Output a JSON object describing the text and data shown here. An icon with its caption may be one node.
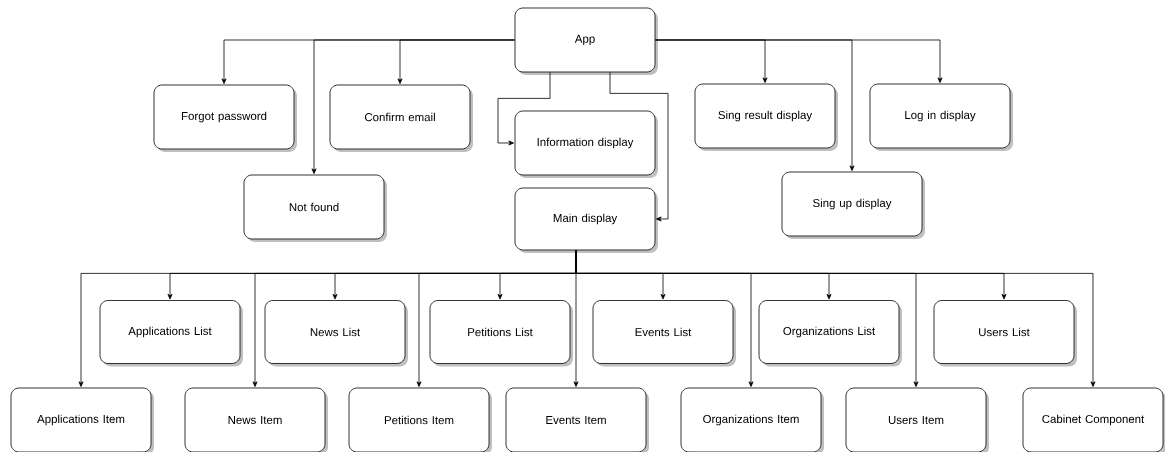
{
  "diagram": {
    "nodes": [
      {
        "text": [
          "App"
        ]
      },
      {
        "text": [
          "Forgot password"
        ]
      },
      {
        "text": [
          "Confirm email"
        ]
      },
      {
        "text": [
          "Information display"
        ]
      },
      {
        "text": [
          "Sing result display"
        ]
      },
      {
        "text": [
          "Log in display"
        ]
      },
      {
        "text": [
          "Not found"
        ]
      },
      {
        "text": [
          "Main display"
        ]
      },
      {
        "text": [
          "Sing up display"
        ]
      },
      {
        "text": [
          "Applications List"
        ]
      },
      {
        "text": [
          "News List"
        ]
      },
      {
        "text": [
          "Petitions List"
        ]
      },
      {
        "text": [
          "Events List"
        ]
      },
      {
        "text": [
          "Organizations List"
        ]
      },
      {
        "text": [
          "Users List"
        ]
      },
      {
        "text": [
          "Applications Item"
        ]
      },
      {
        "text": [
          "News Item"
        ]
      },
      {
        "text": [
          "Petitions Item"
        ]
      },
      {
        "text": [
          "Events Item"
        ]
      },
      {
        "text": [
          "Organizations Item"
        ]
      },
      {
        "text": [
          "Users Item"
        ]
      },
      {
        "text": [
          "Cabinet Component"
        ]
      }
    ],
    "edges": [
      {
        "from": 0,
        "to": 1,
        "arrow": "to"
      },
      {
        "from": 0,
        "to": 6,
        "arrow": "to"
      },
      {
        "from": 0,
        "to": 2,
        "arrow": "to"
      },
      {
        "from": 0,
        "to": 3,
        "arrow": "to"
      },
      {
        "from": 0,
        "to": 7,
        "arrow": "to"
      },
      {
        "from": 0,
        "to": 4,
        "arrow": "to"
      },
      {
        "from": 0,
        "to": 8,
        "arrow": "to"
      },
      {
        "from": 0,
        "to": 5,
        "arrow": "to"
      },
      {
        "from": 7,
        "to": 15,
        "arrow": "to"
      },
      {
        "from": 7,
        "to": 9,
        "arrow": "to"
      },
      {
        "from": 7,
        "to": 16,
        "arrow": "to"
      },
      {
        "from": 7,
        "to": 10,
        "arrow": "to"
      },
      {
        "from": 7,
        "to": 17,
        "arrow": "to"
      },
      {
        "from": 7,
        "to": 11,
        "arrow": "to"
      },
      {
        "from": 7,
        "to": 18,
        "arrow": "to"
      },
      {
        "from": 7,
        "to": 12,
        "arrow": "to"
      },
      {
        "from": 7,
        "to": 19,
        "arrow": "to"
      },
      {
        "from": 7,
        "to": 13,
        "arrow": "to"
      },
      {
        "from": 7,
        "to": 20,
        "arrow": "to"
      },
      {
        "from": 7,
        "to": 14,
        "arrow": "to"
      },
      {
        "from": 7,
        "to": 21,
        "arrow": "to"
      }
    ]
  }
}
